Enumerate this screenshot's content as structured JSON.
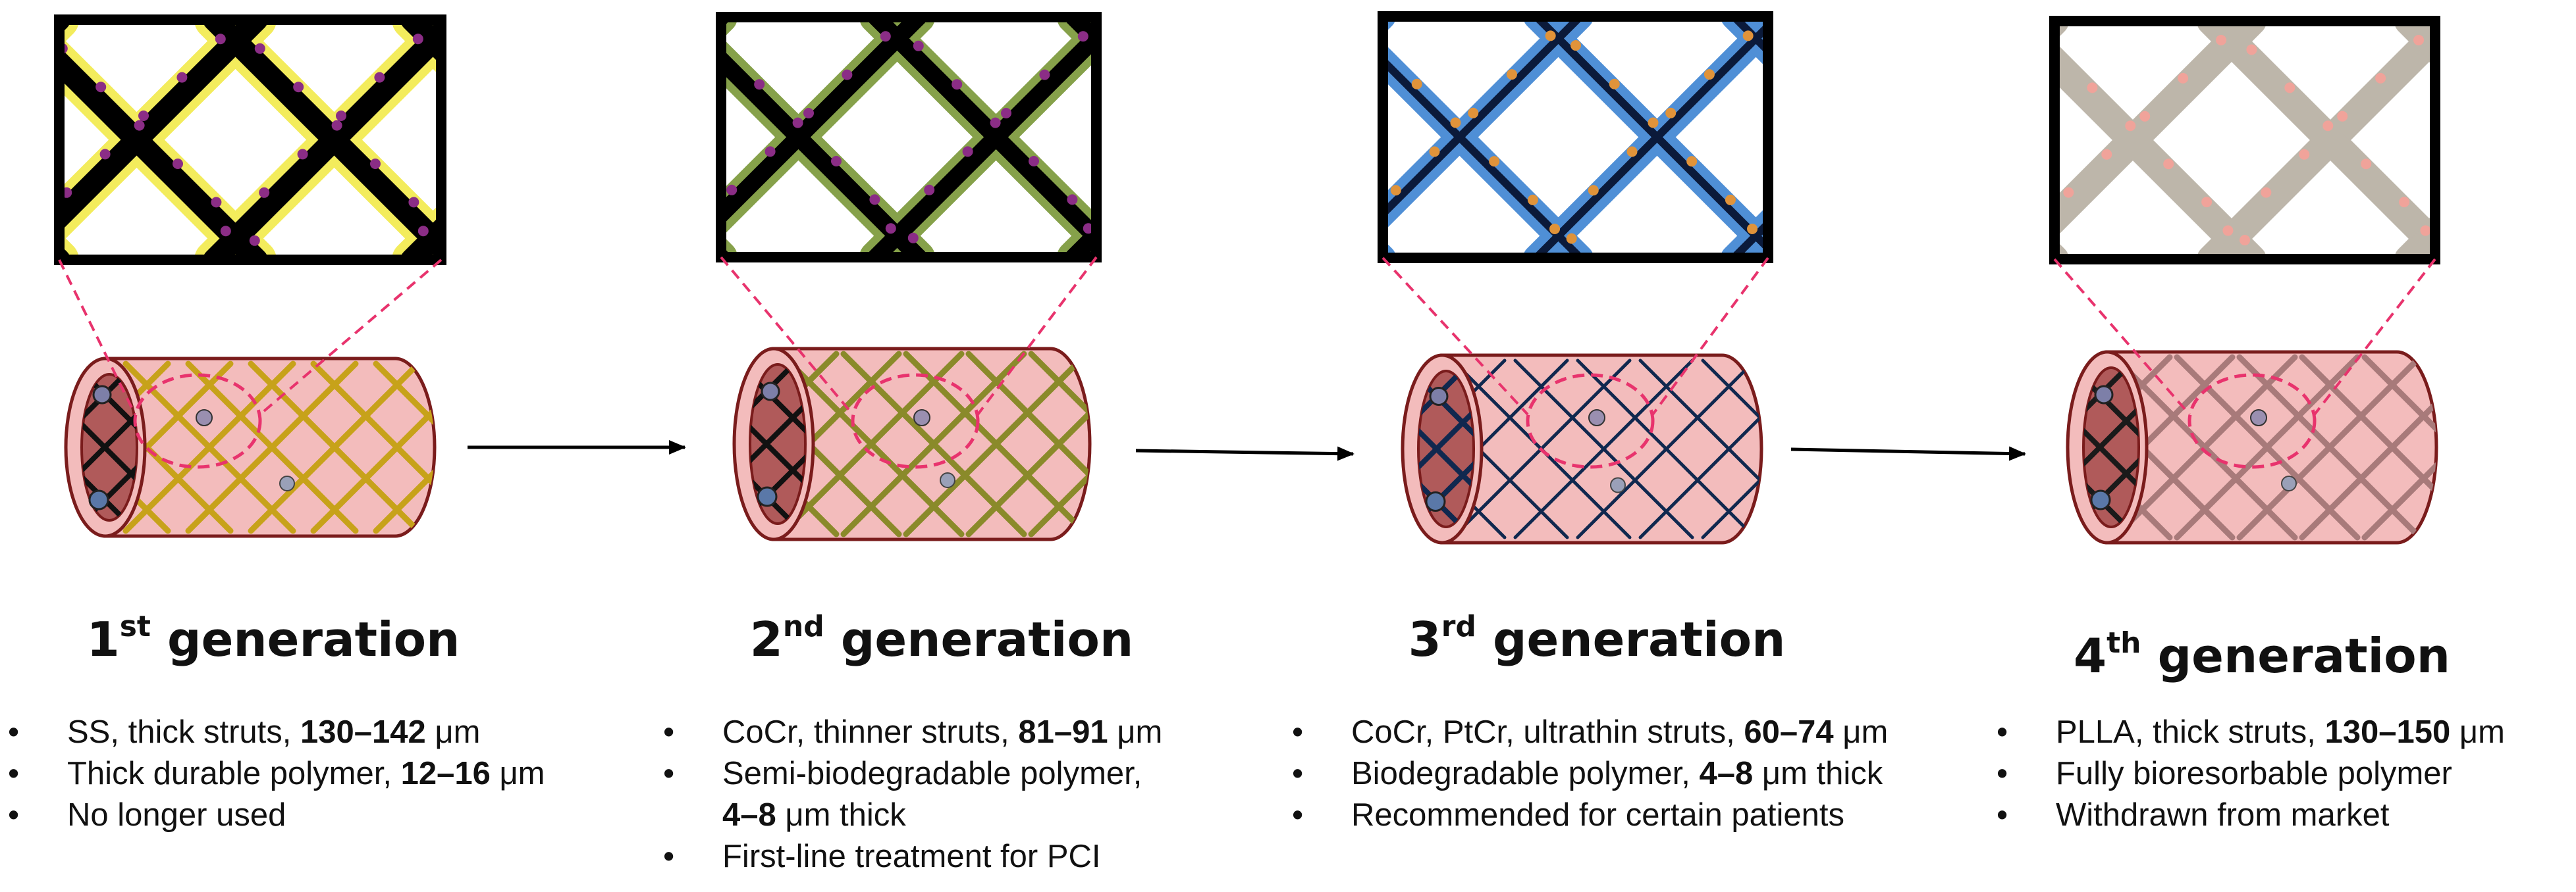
{
  "colors": {
    "frame": "#000000",
    "leader": "#e8336d",
    "vessel_fill": "#f3bcbc",
    "vessel_edge": "#7a1c1c",
    "lumen": "#b05a5a",
    "arrow": "#000000"
  },
  "generations": [
    {
      "ordinal": "1",
      "suffix": "st",
      "label": "generation",
      "colors": {
        "strut": "#000000",
        "coat": "#f3ec5c",
        "dot": "#8b2d86",
        "stent_strut": "#c7a21a",
        "stent_edge": "#8a6d00"
      },
      "bullets": [
        {
          "pre": "SS, thick struts, ",
          "bold": "130–142",
          "post": " μm",
          "cont": ""
        },
        {
          "pre": "Thick durable polymer, ",
          "bold": "12–16",
          "post": " μm",
          "cont": ""
        },
        {
          "pre": "No longer used",
          "bold": "",
          "post": "",
          "cont": ""
        }
      ]
    },
    {
      "ordinal": "2",
      "suffix": "nd",
      "label": "generation",
      "colors": {
        "strut": "#000000",
        "coat": "#86a14a",
        "dot": "#8b2d86",
        "stent_strut": "#8a8a2a",
        "stent_edge": "#5a5a1a"
      },
      "bullets": [
        {
          "pre": "CoCr, thinner struts, ",
          "bold": "81–91",
          "post": " μm",
          "cont": ""
        },
        {
          "pre": "Semi-biodegradable polymer,",
          "bold": "",
          "post": "",
          "cont_bold": "4–8",
          "cont": " μm thick"
        },
        {
          "pre": "First-line treatment for PCI",
          "bold": "",
          "post": "",
          "cont": ""
        }
      ]
    },
    {
      "ordinal": "3",
      "suffix": "rd",
      "label": "generation",
      "colors": {
        "strut": "#0b1a3a",
        "coat": "#4f8fd6",
        "dot": "#e0933a",
        "stent_strut": "#10284f",
        "stent_edge": "#10284f"
      },
      "bullets": [
        {
          "pre": "CoCr, PtCr, ultrathin struts, ",
          "bold": "60–74",
          "post": " μm",
          "cont": ""
        },
        {
          "pre": "Biodegradable polymer, ",
          "bold": "4–8",
          "post": " μm thick",
          "cont": ""
        },
        {
          "pre": "Recommended for certain patients",
          "bold": "",
          "post": "",
          "cont": ""
        }
      ]
    },
    {
      "ordinal": "4",
      "suffix": "th",
      "label": "generation",
      "colors": {
        "strut": "#bdb6aa",
        "coat": "#bdb6aa",
        "dot": "#f0a39a",
        "stent_strut": "#a87a7a",
        "stent_edge": "#8a5a5a"
      },
      "bullets": [
        {
          "pre": "PLLA, thick struts, ",
          "bold": "130–150",
          "post": " μm",
          "cont": ""
        },
        {
          "pre": "Fully bioresorbable polymer",
          "bold": "",
          "post": "",
          "cont": ""
        },
        {
          "pre": "Withdrawn from market",
          "bold": "",
          "post": "",
          "cont": ""
        }
      ]
    }
  ]
}
